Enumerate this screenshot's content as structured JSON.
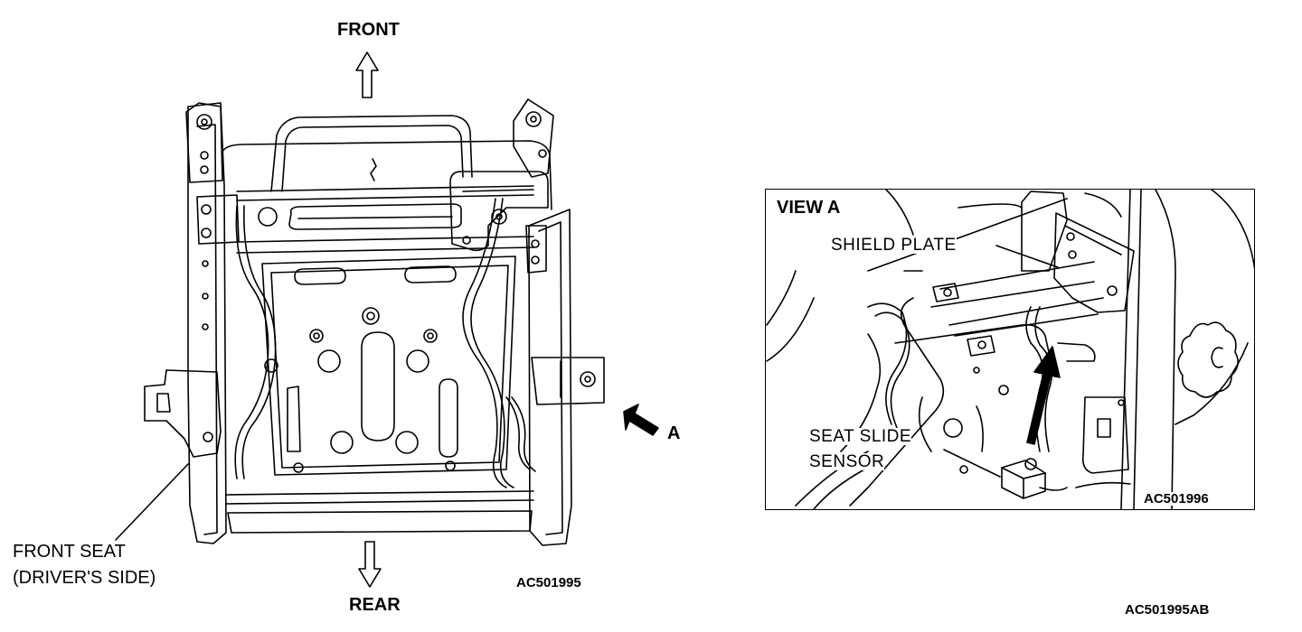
{
  "main_view": {
    "front_label": "FRONT",
    "rear_label": "REAR",
    "arrow_a_label": "A",
    "seat_callout_line1": "FRONT SEAT",
    "seat_callout_line2": "(DRIVER'S SIDE)",
    "figure_code": "AC501995"
  },
  "view_a": {
    "title": "VIEW A",
    "shield_plate_label": "SHIELD PLATE",
    "sensor_label_line1": "SEAT SLIDE",
    "sensor_label_line2": "SENSOR",
    "figure_code": "AC501996"
  },
  "page_code": "AC501995AB"
}
